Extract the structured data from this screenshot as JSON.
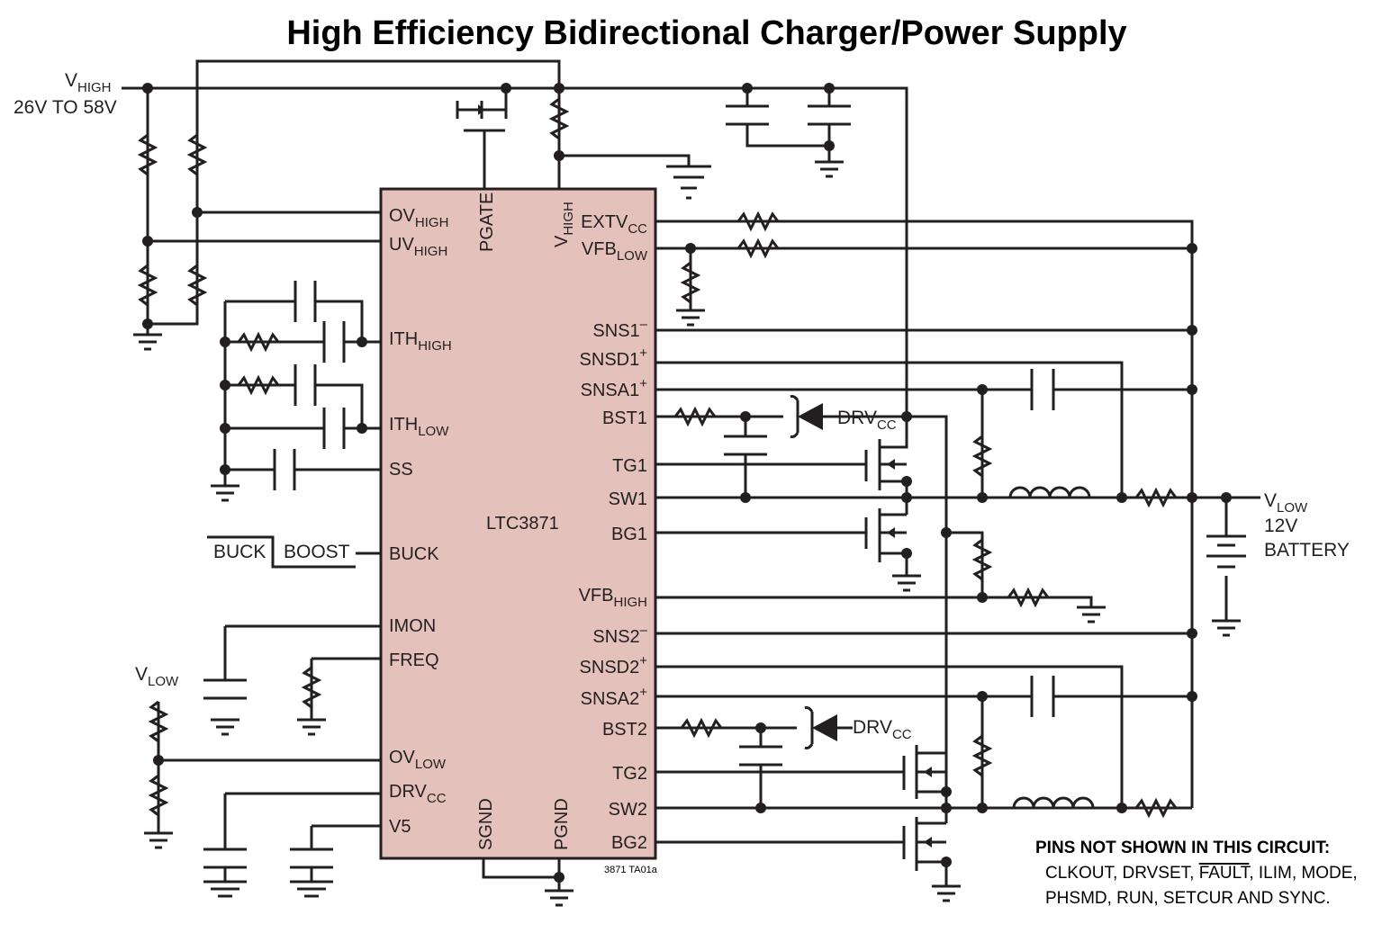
{
  "title": "High Efficiency Bidirectional Charger/Power Supply",
  "ic": {
    "name": "LTC3871",
    "fill": "#e5c1bb",
    "pins_left": [
      "OV",
      "UV",
      "ITH",
      "ITH",
      "SS",
      "BUCK",
      "IMON",
      "FREQ",
      "OV",
      "DRV",
      "V5"
    ],
    "pins_left_sub": [
      "HIGH",
      "HIGH",
      "HIGH",
      "LOW",
      "",
      "",
      "",
      "",
      "LOW",
      "CC",
      ""
    ],
    "pins_right": [
      "EXTV",
      "VFB",
      "SNS1",
      "SNSD1",
      "SNSA1",
      "BST1",
      "TG1",
      "SW1",
      "BG1",
      "VFB",
      "SNS2",
      "SNSD2",
      "SNSA2",
      "BST2",
      "TG2",
      "SW2",
      "BG2"
    ],
    "pins_right_sub": [
      "CC",
      "LOW",
      "",
      "",
      "",
      "",
      "",
      "",
      "",
      "HIGH",
      "",
      "",
      "",
      "",
      "",
      "",
      ""
    ],
    "pins_right_sup": [
      "",
      "",
      "–",
      "+",
      "+",
      "",
      "",
      "",
      "",
      "",
      "–",
      "+",
      "+",
      "",
      "",
      "",
      ""
    ],
    "pins_top": [
      "PGATE",
      "V",
      "HIGH"
    ],
    "pins_bottom": [
      "SGND",
      "PGND"
    ]
  },
  "labels": {
    "vhigh_main": "V",
    "vhigh_sub": "HIGH",
    "vhigh_range": "26V TO 58V",
    "vlow_main": "V",
    "vlow_sub": "LOW",
    "vlow_volts": "12V",
    "vlow_battery": "BATTERY",
    "vlow_left_main": "V",
    "vlow_left_sub": "LOW",
    "drvcc_main": "DRV",
    "drvcc_sub": "CC",
    "buck": "BUCK",
    "boost": "BOOST",
    "figure_code": "3871 TA01a"
  },
  "note": {
    "heading": "PINS NOT SHOWN IN THIS CIRCUIT:",
    "line1_a": "CLKOUT, DRVSET, ",
    "line1_fault": "FAULT",
    "line1_b": ", ILIM, MODE,",
    "line2": "PHSMD, RUN, SETCUR AND SYNC."
  }
}
